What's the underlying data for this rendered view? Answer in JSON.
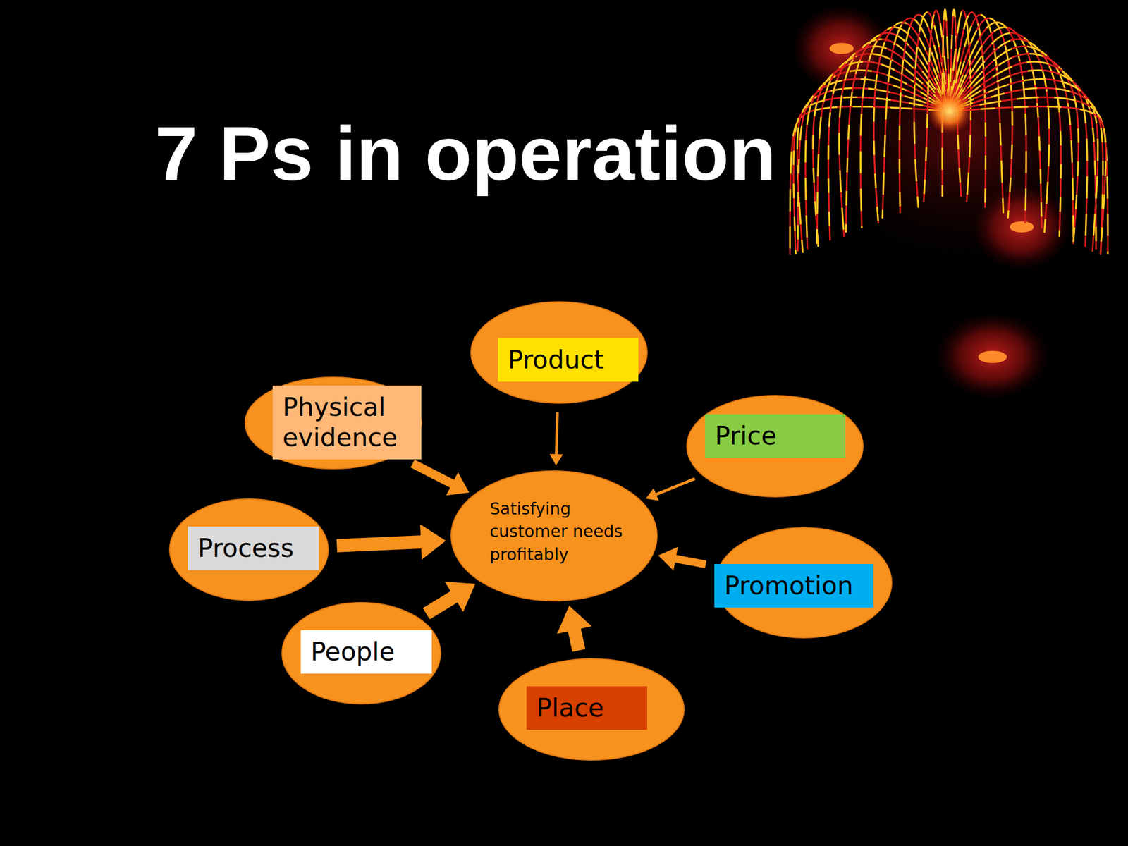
{
  "diagram": {
    "title": "7 Ps in operation",
    "nodes": [
      {
        "text": [
          "Product"
        ]
      },
      {
        "text": [
          "Physical evidence"
        ]
      },
      {
        "text": [
          "Price"
        ]
      },
      {
        "text": [
          "Satisfying customer needs profitably"
        ]
      },
      {
        "text": [
          "Process"
        ]
      },
      {
        "text": [
          "Promotion"
        ]
      },
      {
        "text": [
          "People"
        ]
      },
      {
        "text": [
          "Place"
        ]
      }
    ],
    "edges": [
      {
        "from": 0,
        "to": 3,
        "arrow": "to"
      },
      {
        "from": 1,
        "to": 3,
        "arrow": "to"
      },
      {
        "from": 2,
        "to": 3,
        "arrow": "to"
      },
      {
        "from": 4,
        "to": 3,
        "arrow": "to"
      },
      {
        "from": 5,
        "to": 3,
        "arrow": "to"
      },
      {
        "from": 6,
        "to": 3,
        "arrow": "to"
      },
      {
        "from": 7,
        "to": 3,
        "arrow": "to"
      }
    ]
  }
}
